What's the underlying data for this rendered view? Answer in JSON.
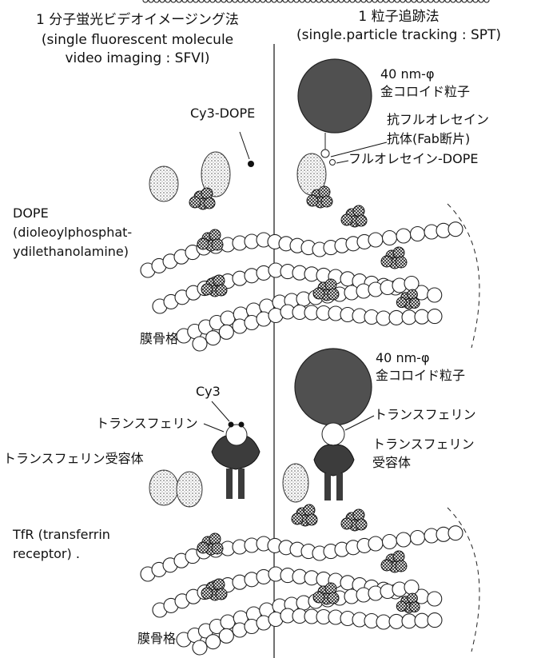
{
  "left_method": {
    "line1": "1 分子蛍光ビデオイメージング法",
    "line2": "(single fluorescent molecule",
    "line3": "video imaging : SFVI)"
  },
  "right_method": {
    "line1": "1 粒子追跡法",
    "line2": "(single.particle tracking : SPT)"
  },
  "top_panel": {
    "gold_label_1": "40 nm-φ",
    "gold_label_2": "金コロイド粒子",
    "cy3_dope": "Cy3-DOPE",
    "antibody_1": "抗フルオレセイン",
    "antibody_2": "抗体(Fab断片)",
    "fluorescein_dope": "フルオレセイン-DOPE",
    "dope_1": "DOPE",
    "dope_2": "(dioleoylphosphat-",
    "dope_3": "ydilethanolamine)",
    "skeleton": "膜骨格"
  },
  "bottom_panel": {
    "gold_label_1": "40 nm-φ",
    "gold_label_2": "金コロイド粒子",
    "cy3": "Cy3",
    "transferrin_left": "トランスフェリン",
    "receptor_left": "トランスフェリン受容体",
    "transferrin_right": "トランスフェリン",
    "receptor_right_1": "トランスフェリン",
    "receptor_right_2": "受容体",
    "tfr_1": "TfR (transferrin",
    "tfr_2": "receptor) .",
    "skeleton": "膜骨格"
  },
  "colors": {
    "gold": "#505050",
    "protein": "#c8c8c8",
    "receptor": "#3c3c3c",
    "bead_stroke": "#222222"
  }
}
